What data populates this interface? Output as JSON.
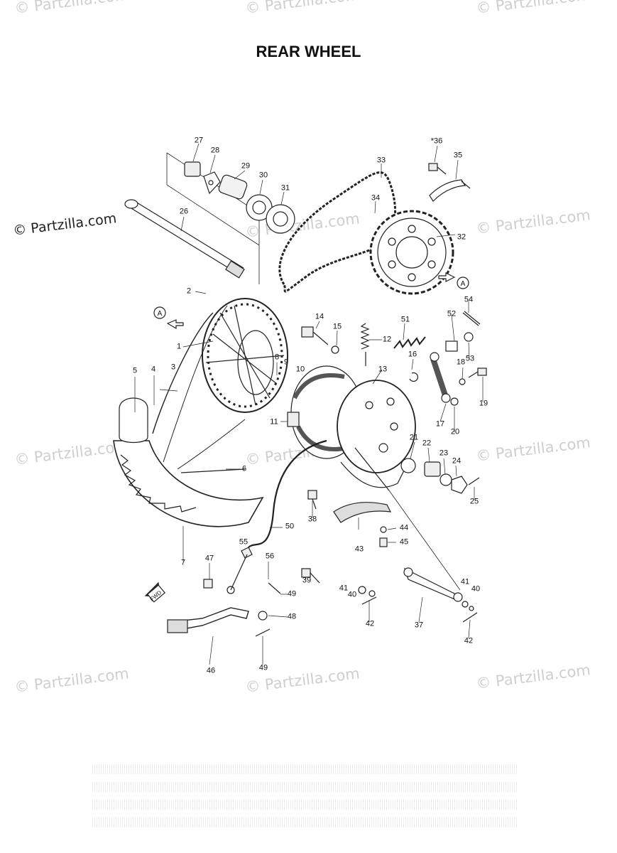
{
  "title": "REAR WHEEL",
  "watermark": "© Partzilla.com",
  "fwd_label": "FWD",
  "ref_marker": "A",
  "callouts": [
    {
      "id": "1",
      "text": "1"
    },
    {
      "id": "2",
      "text": "2"
    },
    {
      "id": "3",
      "text": "3"
    },
    {
      "id": "4",
      "text": "4"
    },
    {
      "id": "5",
      "text": "5"
    },
    {
      "id": "6",
      "text": "6"
    },
    {
      "id": "7",
      "text": "7"
    },
    {
      "id": "8",
      "text": "8"
    },
    {
      "id": "9",
      "text": "9"
    },
    {
      "id": "10",
      "text": "10"
    },
    {
      "id": "11",
      "text": "11"
    },
    {
      "id": "12",
      "text": "12"
    },
    {
      "id": "13",
      "text": "13"
    },
    {
      "id": "14",
      "text": "14"
    },
    {
      "id": "15",
      "text": "15"
    },
    {
      "id": "16",
      "text": "16"
    },
    {
      "id": "17",
      "text": "17"
    },
    {
      "id": "18",
      "text": "18"
    },
    {
      "id": "19",
      "text": "19"
    },
    {
      "id": "20",
      "text": "20"
    },
    {
      "id": "21",
      "text": "21"
    },
    {
      "id": "22",
      "text": "22"
    },
    {
      "id": "23",
      "text": "23"
    },
    {
      "id": "24",
      "text": "24"
    },
    {
      "id": "25",
      "text": "25"
    },
    {
      "id": "26",
      "text": "26"
    },
    {
      "id": "27",
      "text": "27"
    },
    {
      "id": "28",
      "text": "28"
    },
    {
      "id": "29",
      "text": "29"
    },
    {
      "id": "30",
      "text": "30"
    },
    {
      "id": "31",
      "text": "31"
    },
    {
      "id": "32",
      "text": "32"
    },
    {
      "id": "33",
      "text": "33"
    },
    {
      "id": "34",
      "text": "34"
    },
    {
      "id": "35",
      "text": "35"
    },
    {
      "id": "36",
      "text": "*36"
    },
    {
      "id": "37",
      "text": "37"
    },
    {
      "id": "38",
      "text": "38"
    },
    {
      "id": "39",
      "text": "39"
    },
    {
      "id": "40a",
      "text": "40"
    },
    {
      "id": "40b",
      "text": "40"
    },
    {
      "id": "41a",
      "text": "41"
    },
    {
      "id": "41b",
      "text": "41"
    },
    {
      "id": "42a",
      "text": "42"
    },
    {
      "id": "42b",
      "text": "42"
    },
    {
      "id": "43",
      "text": "43"
    },
    {
      "id": "44",
      "text": "44"
    },
    {
      "id": "45",
      "text": "45"
    },
    {
      "id": "46",
      "text": "46"
    },
    {
      "id": "47",
      "text": "47"
    },
    {
      "id": "48",
      "text": "48"
    },
    {
      "id": "49a",
      "text": "49"
    },
    {
      "id": "49b",
      "text": "49"
    },
    {
      "id": "50",
      "text": "50"
    },
    {
      "id": "51",
      "text": "51"
    },
    {
      "id": "52",
      "text": "52"
    },
    {
      "id": "53",
      "text": "53"
    },
    {
      "id": "54",
      "text": "54"
    },
    {
      "id": "55",
      "text": "55"
    },
    {
      "id": "56",
      "text": "56"
    }
  ]
}
